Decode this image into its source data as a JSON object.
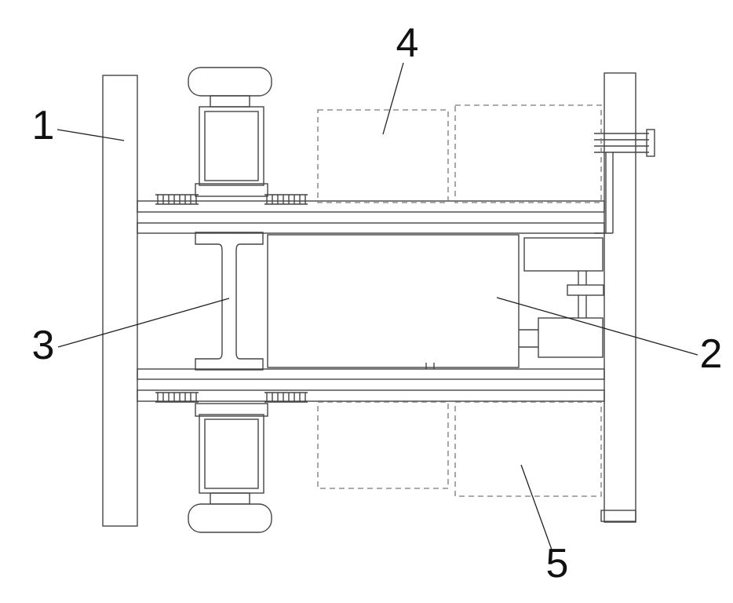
{
  "diagram": {
    "labels": {
      "part1": "1",
      "part2": "2",
      "part3": "3",
      "part4": "4",
      "part5": "5"
    },
    "colors": {
      "background": "#ffffff",
      "line": "#444444",
      "dashed_line": "#7a7a7a",
      "label_text": "#111111"
    }
  }
}
